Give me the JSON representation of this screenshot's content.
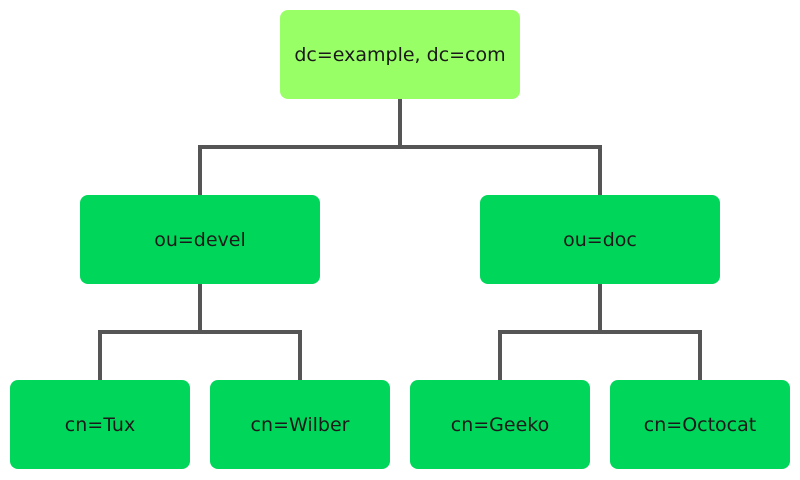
{
  "tree": {
    "root": {
      "label": "dc=example, dc=com"
    },
    "branches": [
      {
        "label": "ou=devel",
        "children": [
          {
            "label": "cn=Tux"
          },
          {
            "label": "cn=Wilber"
          }
        ]
      },
      {
        "label": "ou=doc",
        "children": [
          {
            "label": "cn=Geeko"
          },
          {
            "label": "cn=Octocat"
          }
        ]
      }
    ]
  },
  "colors": {
    "root_fill": "#99ff66",
    "node_fill": "#00d659",
    "connector": "#555555"
  }
}
